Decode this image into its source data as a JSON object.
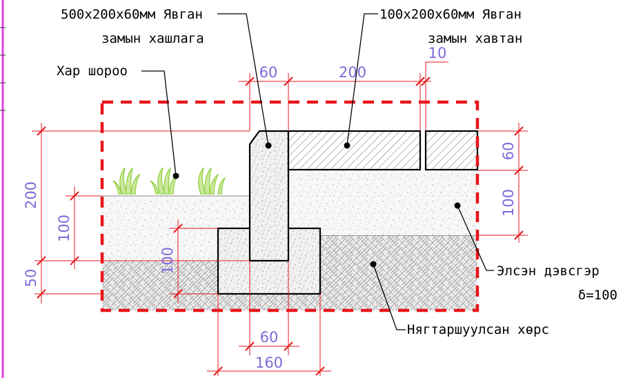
{
  "labels": {
    "curb": [
      "500х200х60мм Явган",
      "замын хашлага"
    ],
    "paver": [
      "100х200х60мм Явган",
      "замын хавтан"
    ],
    "soil": "Хар шороо",
    "sand": [
      "Элсэн дэвсгэр",
      "δ=100"
    ],
    "ground": "Нягтаршуулсан хөрс"
  },
  "dimensions": {
    "top_curb_width": "60",
    "top_paver_width": "200",
    "top_joint": "10",
    "right_paver_thickness": "60",
    "right_sand_thickness": "100",
    "left_total_height": "200",
    "left_soil_height": "100",
    "left_base_height": "50",
    "center_footing_height": "100",
    "bottom_curb_width": "60",
    "bottom_footing_width": "160"
  },
  "colors": {
    "outline": "#000000",
    "boundary": "#e8161b",
    "dimension_line": "#e8161b",
    "dimension_text": "#7a6ad8",
    "grass": "#8fd23c",
    "margin_line": "#e040e0"
  },
  "icons": [
    "grass-icon"
  ]
}
